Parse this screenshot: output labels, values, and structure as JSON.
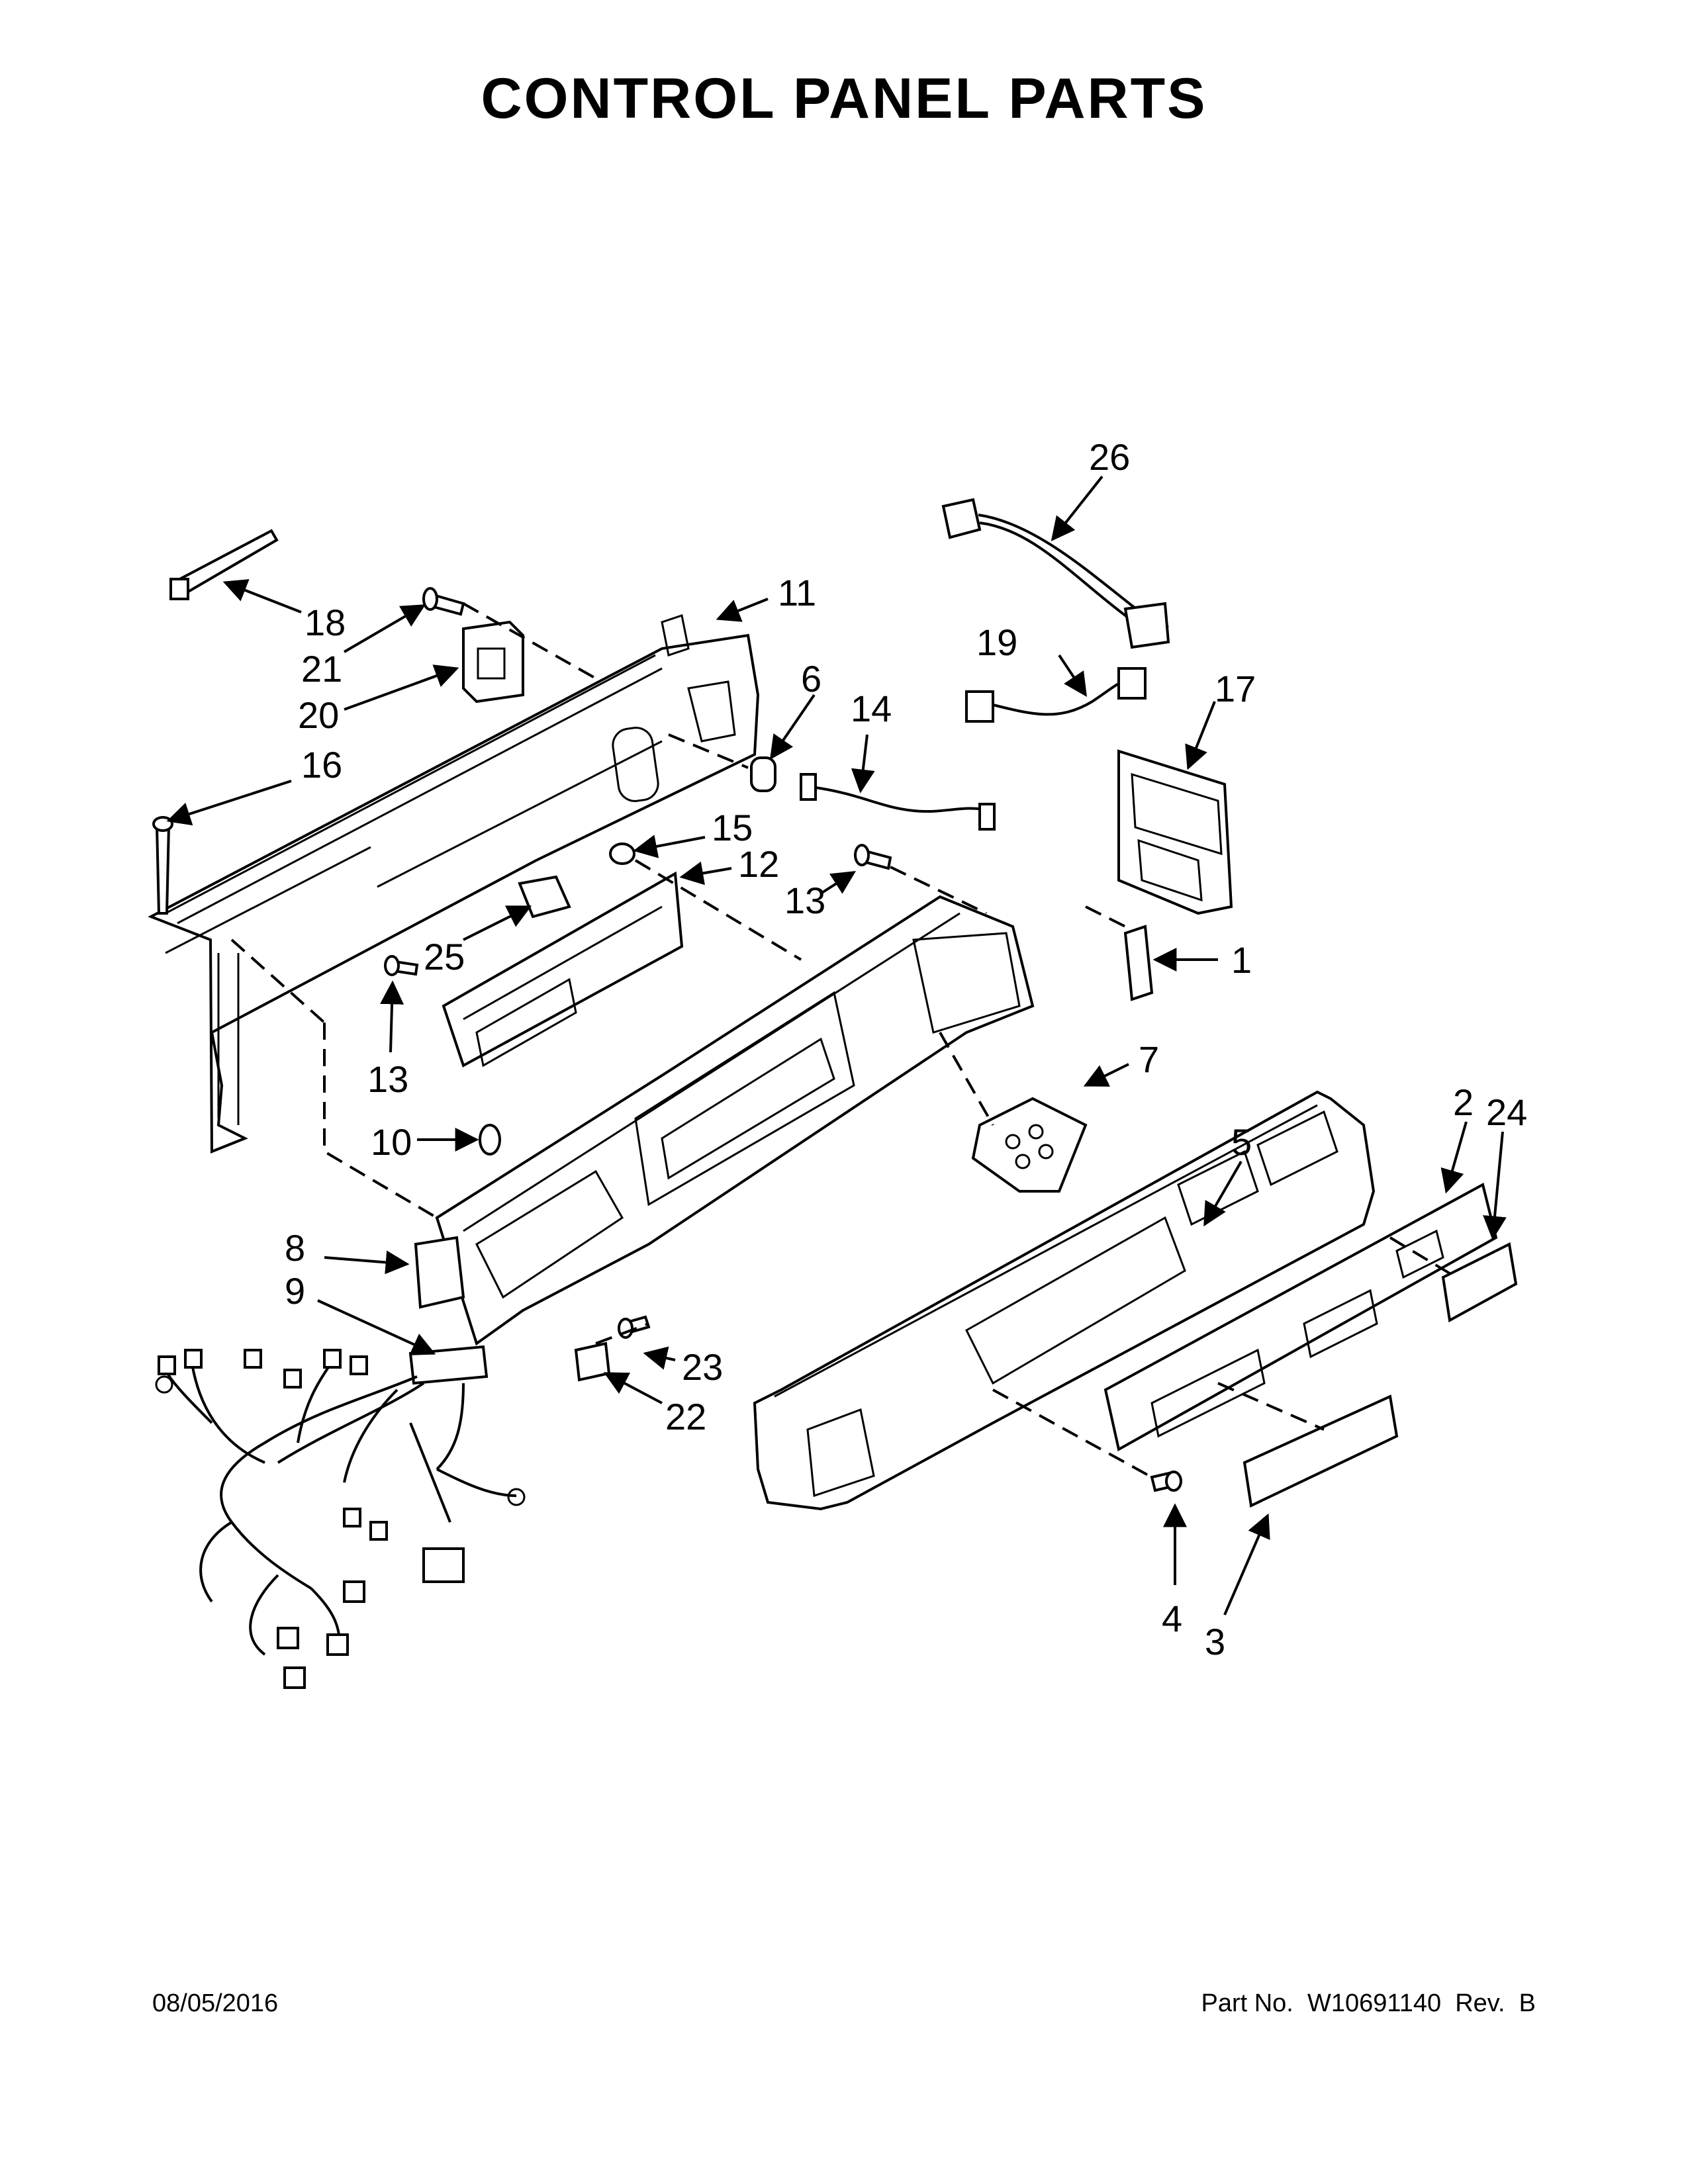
{
  "title": "CONTROL PANEL PARTS",
  "footer": {
    "date": "08/05/2016",
    "part_label": "Part No.  W10691140  Rev.  B"
  },
  "callouts": [
    "1",
    "2",
    "3",
    "4",
    "5",
    "6",
    "7",
    "8",
    "9",
    "10",
    "11",
    "12",
    "13",
    "14",
    "15",
    "16",
    "17",
    "18",
    "19",
    "20",
    "21",
    "22",
    "23",
    "24",
    "25",
    "26"
  ]
}
